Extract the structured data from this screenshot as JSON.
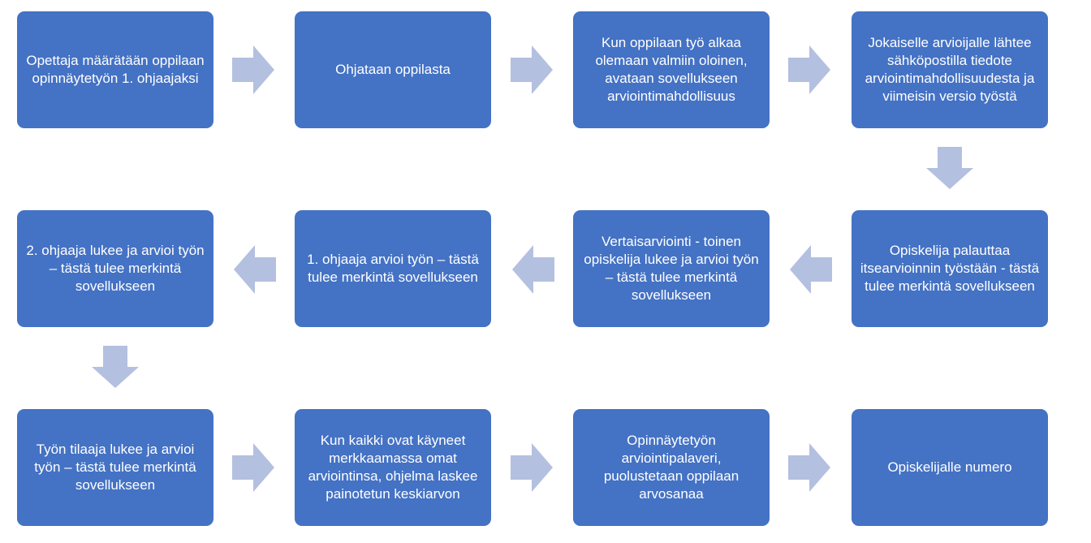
{
  "colors": {
    "box_fill": "#4472c4",
    "box_text": "#ffffff",
    "arrow_fill": "#b4c0e0"
  },
  "steps": [
    {
      "text": "Opettaja määrätään oppilaan opinnäytetyön 1. ohjaajaksi"
    },
    {
      "text": "Ohjataan oppilasta"
    },
    {
      "text": "Kun oppilaan työ alkaa olemaan valmiin oloinen, avataan sovellukseen arviointimahdollisuus"
    },
    {
      "text": "Jokaiselle arvioijalle lähtee sähköpostilla tiedote arviointimahdollisuudesta ja viimeisin versio työstä"
    },
    {
      "text": "Opiskelija palauttaa itsearvioinnin työstään - tästä tulee merkintä sovellukseen"
    },
    {
      "text": "Vertaisarviointi - toinen opiskelija lukee ja arvioi työn – tästä tulee merkintä sovellukseen"
    },
    {
      "text": "1. ohjaaja arvioi työn – tästä tulee merkintä sovellukseen"
    },
    {
      "text": "2. ohjaaja lukee ja arvioi työn – tästä tulee merkintä sovellukseen"
    },
    {
      "text": "Työn tilaaja lukee ja arvioi työn – tästä tulee merkintä sovellukseen"
    },
    {
      "text": "Kun kaikki ovat käyneet merkkaamassa omat arviointinsa, ohjelma laskee painotetun keskiarvon"
    },
    {
      "text": "Opinnäytetyön arviointipalaveri, puolustetaan oppilaan arvosanaa"
    },
    {
      "text": "Opiskelijalle numero"
    }
  ]
}
